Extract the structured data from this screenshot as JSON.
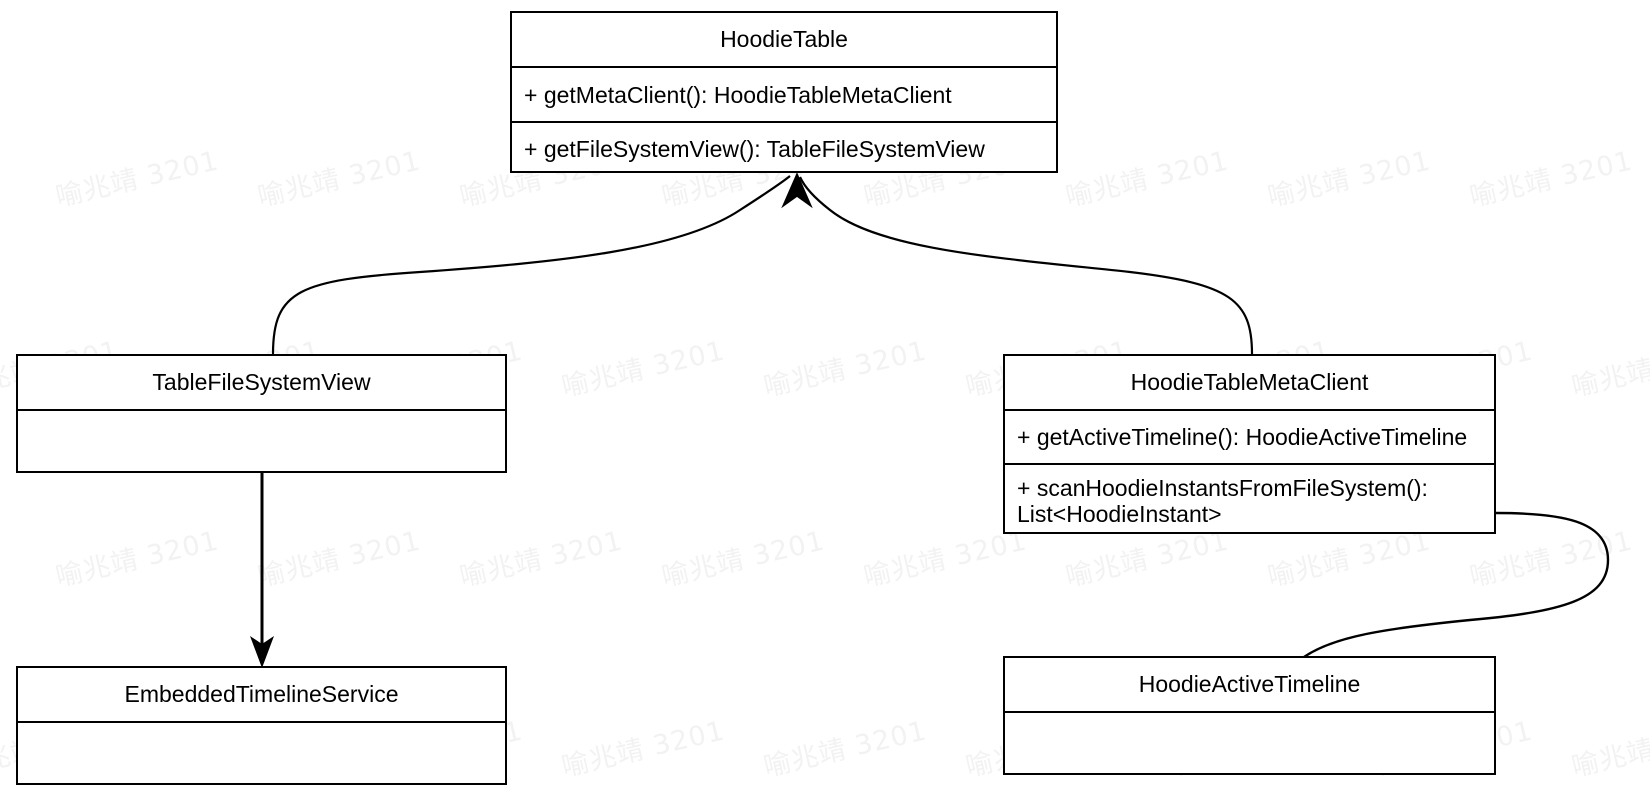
{
  "diagram": {
    "type": "uml-class-diagram",
    "background_color": "#ffffff",
    "line_color": "#000000",
    "watermark": {
      "text": "喻兆靖 3201",
      "color": "#f2f2f2",
      "rotation_deg": -13
    },
    "classes": [
      {
        "id": "hoodie-table",
        "name": "HoodieTable",
        "members": [
          "+ getMetaClient(): HoodieTableMetaClient",
          "+ getFileSystemView(): TableFileSystemView"
        ]
      },
      {
        "id": "table-file-system-view",
        "name": "TableFileSystemView",
        "members": []
      },
      {
        "id": "hoodie-table-meta-client",
        "name": "HoodieTableMetaClient",
        "members": [
          "+ getActiveTimeline(): HoodieActiveTimeline",
          "+ scanHoodieInstantsFromFileSystem():\nList<HoodieInstant>"
        ]
      },
      {
        "id": "embedded-timeline-service",
        "name": "EmbeddedTimelineService",
        "members": []
      },
      {
        "id": "hoodie-active-timeline",
        "name": "HoodieActiveTimeline",
        "members": []
      }
    ],
    "connectors": [
      {
        "id": "table-file-system-view-to-hoodie-table",
        "from": "table-file-system-view",
        "to": "hoodie-table",
        "style": "curved",
        "arrow": "open-arrow-at-target"
      },
      {
        "id": "hoodie-table-meta-client-to-hoodie-table",
        "from": "hoodie-table-meta-client",
        "to": "hoodie-table",
        "style": "curved",
        "arrow": "open-arrow-at-target"
      },
      {
        "id": "table-file-system-view-to-embedded-timeline-service",
        "from": "table-file-system-view",
        "to": "embedded-timeline-service",
        "style": "straight",
        "arrow": "solid-arrow-at-target"
      },
      {
        "id": "hoodie-table-meta-client-to-hoodie-active-timeline",
        "from": "hoodie-table-meta-client",
        "to": "hoodie-active-timeline",
        "style": "curved",
        "arrow": "solid-arrow-at-target"
      }
    ]
  }
}
